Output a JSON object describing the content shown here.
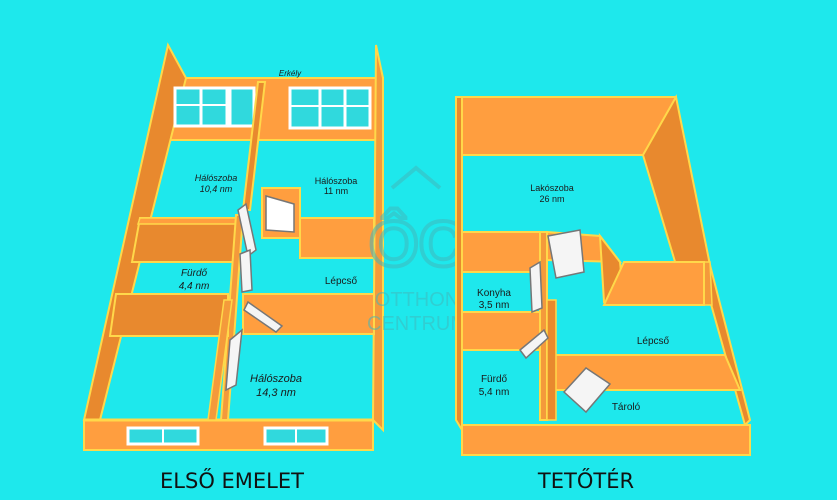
{
  "colors": {
    "background": "#1ee8ec",
    "wall_top": "#ff9e3f",
    "wall_side": "#e8892e",
    "wall_dark": "#cf7424",
    "wall_edge": "#ffd84a",
    "floor": "#1ee8ec",
    "window_glass": "#30d9dd",
    "window_frame": "#ffffff",
    "logo": "#3fb9bd"
  },
  "floors": [
    {
      "title": "ELSŐ EMELET",
      "rooms": [
        {
          "name": "Erkély",
          "area": ""
        },
        {
          "name": "Hálószoba",
          "area": "10,4 nm"
        },
        {
          "name": "Hálószoba",
          "area": "11 nm"
        },
        {
          "name": "Fürdő",
          "area": "4,4 nm"
        },
        {
          "name": "Lépcső",
          "area": ""
        },
        {
          "name": "Hálószoba",
          "area": "14,3 nm"
        }
      ]
    },
    {
      "title": "TETŐTÉR",
      "rooms": [
        {
          "name": "Lakószoba",
          "area": "26 nm"
        },
        {
          "name": "Konyha",
          "area": "3,5 nm"
        },
        {
          "name": "Lépcső",
          "area": ""
        },
        {
          "name": "Fürdő",
          "area": "5,4 nm"
        },
        {
          "name": "Tároló",
          "area": ""
        }
      ]
    }
  ],
  "logo": {
    "mark": "ÔC",
    "line1": "OTTHON",
    "line2": "CENTRUM"
  }
}
